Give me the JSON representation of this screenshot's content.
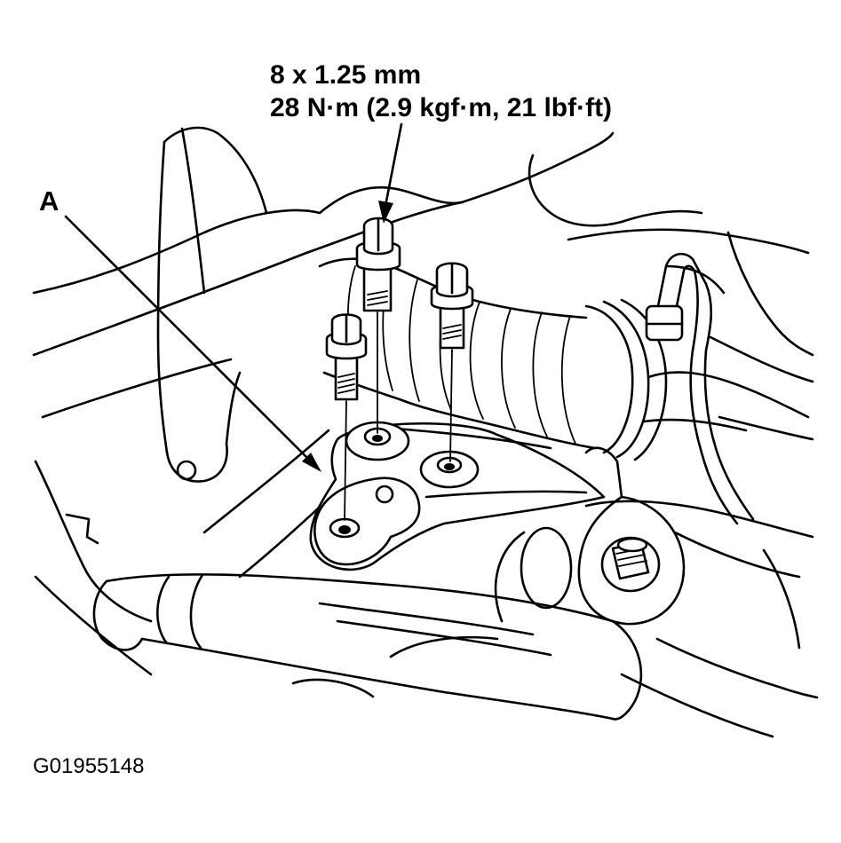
{
  "spec": {
    "thread_size": "8 x 1.25 mm",
    "torque": "28 N·m (2.9 kgf·m, 21 lbf·ft)"
  },
  "callout": {
    "label": "A"
  },
  "figure_id": "G01955148"
}
